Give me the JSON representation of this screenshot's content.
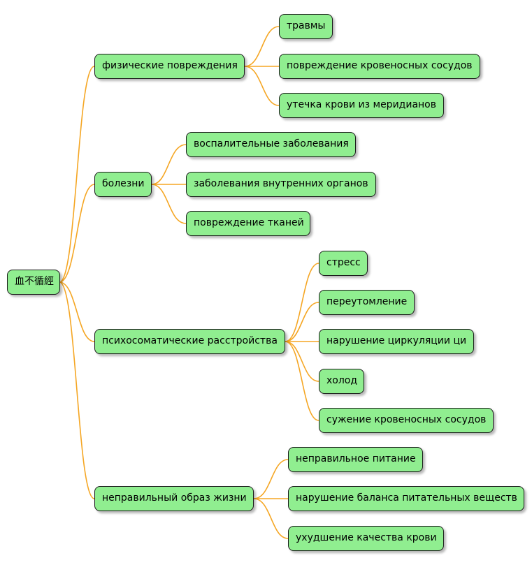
{
  "mindmap": {
    "root": {
      "label": "血不循經"
    },
    "branches": [
      {
        "label": "физические повреждения",
        "children": [
          {
            "label": "травмы"
          },
          {
            "label": "повреждение кровеносных сосудов"
          },
          {
            "label": "утечка крови из меридианов"
          }
        ]
      },
      {
        "label": "болезни",
        "children": [
          {
            "label": "воспалительные заболевания"
          },
          {
            "label": "заболевания внутренних органов"
          },
          {
            "label": "повреждение тканей"
          }
        ]
      },
      {
        "label": "психосоматические расстройства",
        "children": [
          {
            "label": "стресс"
          },
          {
            "label": "переутомление"
          },
          {
            "label": "нарушение циркуляции ци"
          },
          {
            "label": "холод"
          },
          {
            "label": "сужение кровеносных сосудов"
          }
        ]
      },
      {
        "label": "неправильный образ жизни",
        "children": [
          {
            "label": "неправильное питание"
          },
          {
            "label": "нарушение баланса питательных веществ"
          },
          {
            "label": "ухудшение качества крови"
          }
        ]
      }
    ],
    "colors": {
      "node_fill": "#90ee90",
      "node_border": "#1a1a1a",
      "edge": "#f5a623"
    }
  }
}
